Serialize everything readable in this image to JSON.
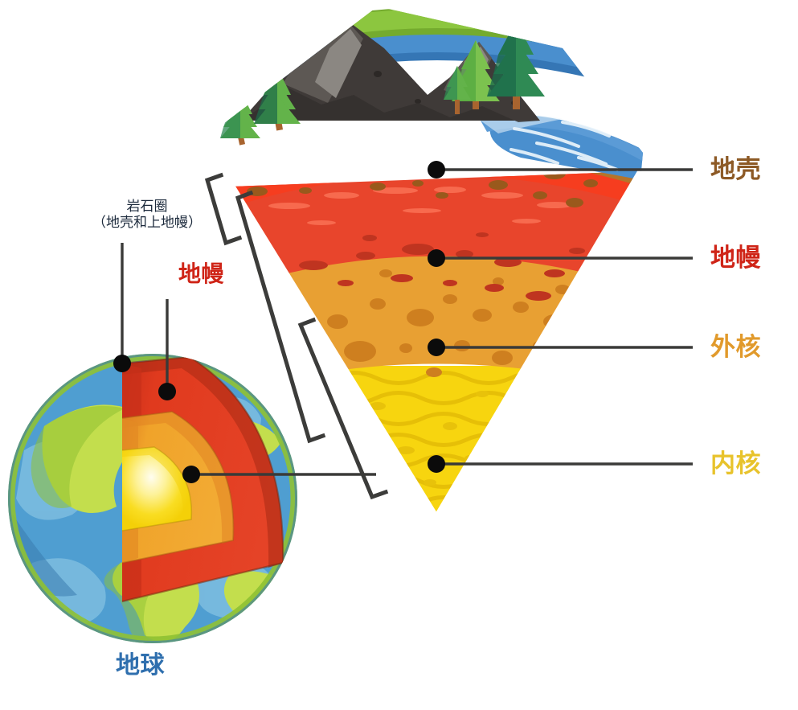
{
  "diagram": {
    "title_visible": false,
    "subject": "earth-internal-structure-cutaway"
  },
  "labels": {
    "crust": "地壳",
    "mantle": "地幔",
    "outer_core": "外核",
    "inner_core": "内核",
    "lithosphere_line1": "岩石圈",
    "lithosphere_line2": "（地壳和上地幔）",
    "mantle_left": "地幔",
    "earth": "地球"
  },
  "colors": {
    "crust_label": "#8d5a26",
    "mantle_label": "#cf2417",
    "outer_core_label": "#e19a2c",
    "inner_core_label": "#e8c32c",
    "lithosphere_label": "#1c2a3c",
    "earth_label": "#2f6fae",
    "leader_line": "#3a3a38",
    "bracket": "#3c3c3a",
    "dot": "#0b0b0b",
    "grass": "#8cc63f",
    "grass_dark": "#74ab2e",
    "ocean": "#4a8fce",
    "ocean_dark": "#3576b5",
    "ocean_foam": "#eaf4fb",
    "mountain_dark": "#3f3a38",
    "mountain_mid": "#5d5854",
    "mountain_light": "#8b8782",
    "tree_dark": "#1d6b4a",
    "tree_mid": "#2f8a54",
    "tree_light": "#63b34a",
    "trunk": "#a8642f",
    "crust_body": "#b5742a",
    "crust_spot": "#9a5c1d",
    "crust_top_edge": "#8f3d1c",
    "mantle_body": "#e8452c",
    "mantle_bright": "#f43b20",
    "mantle_spot": "#c0351f",
    "mantle_streak": "#f4664a",
    "outer_core_body": "#e8a033",
    "outer_core_spot": "#ce7f1f",
    "inner_core_body": "#f7d50f",
    "inner_core_wave": "#e8c20a",
    "globe_ocean": "#4f9ed1",
    "globe_ocean_light": "#7dbde0",
    "globe_ocean_dark": "#3a7cae",
    "globe_land": "#c3de4d",
    "globe_land_dark": "#8fc133",
    "globe_mantle": "#e03a1e",
    "globe_mantle_dark": "#a82a14",
    "globe_outer": "#f0a32a",
    "globe_outer_dark": "#e07f22",
    "globe_inner": "#f7dc1a",
    "globe_inner_hot": "#fdf8c4"
  },
  "layers": [
    {
      "name": "crust",
      "label": "地壳",
      "order": 1
    },
    {
      "name": "mantle",
      "label": "地幔",
      "order": 2
    },
    {
      "name": "outer-core",
      "label": "外核",
      "order": 3
    },
    {
      "name": "inner-core",
      "label": "内核",
      "order": 4
    }
  ],
  "brackets": [
    {
      "name": "lithosphere-bracket",
      "spans": "地壳和上地幔"
    },
    {
      "name": "mantle-bracket",
      "spans": "地幔"
    }
  ],
  "callouts": [
    {
      "name": "crust-callout",
      "target": "wedge-crust",
      "label": "地壳"
    },
    {
      "name": "mantle-callout",
      "target": "wedge-mantle",
      "label": "地幔"
    },
    {
      "name": "outer-core-callout",
      "target": "wedge-outer-core",
      "label": "外核"
    },
    {
      "name": "inner-core-callout",
      "target": "wedge-inner-core",
      "label": "内核"
    },
    {
      "name": "globe-crust-callout",
      "target": "globe-crust",
      "label": "岩石圈"
    },
    {
      "name": "globe-mantle-callout",
      "target": "globe-mantle",
      "label": "地幔"
    },
    {
      "name": "globe-core-callout",
      "target": "globe-inner-core",
      "label": "内核"
    }
  ],
  "surface_features": {
    "mountains": 2,
    "trees": 5,
    "ocean": true,
    "grassland": true
  }
}
